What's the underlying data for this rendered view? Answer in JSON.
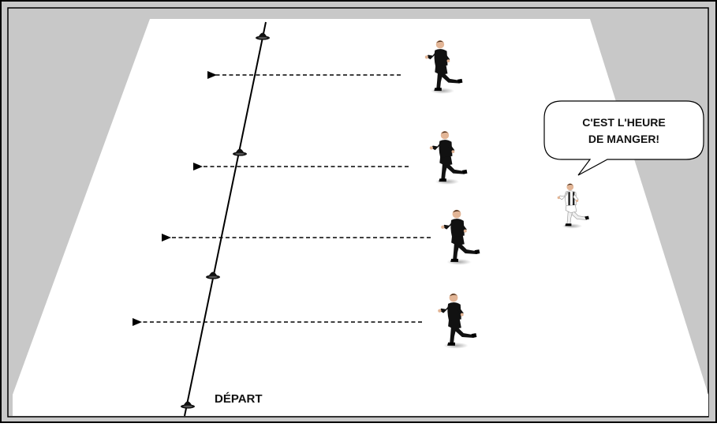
{
  "diagram": {
    "start_label": "DÉPART",
    "speech_bubble": {
      "line1": "C'EST L'HEURE",
      "line2": "DE MANGER!"
    },
    "colors": {
      "frame": "#000000",
      "surround": "#c8c8c8",
      "field": "#ffffff",
      "runner_kit": "#111111",
      "skin": "#e2b596",
      "caller_shirt": "#ffffff",
      "caller_stripes": "#222222",
      "arrow": "#000000",
      "cone": "#111111"
    },
    "icons": {
      "runner": "running-player-icon",
      "caller": "calling-player-icon",
      "cone": "cone-marker-icon",
      "arrow": "dashed-arrow-icon"
    },
    "runner_count": 4,
    "cone_count": 4
  }
}
